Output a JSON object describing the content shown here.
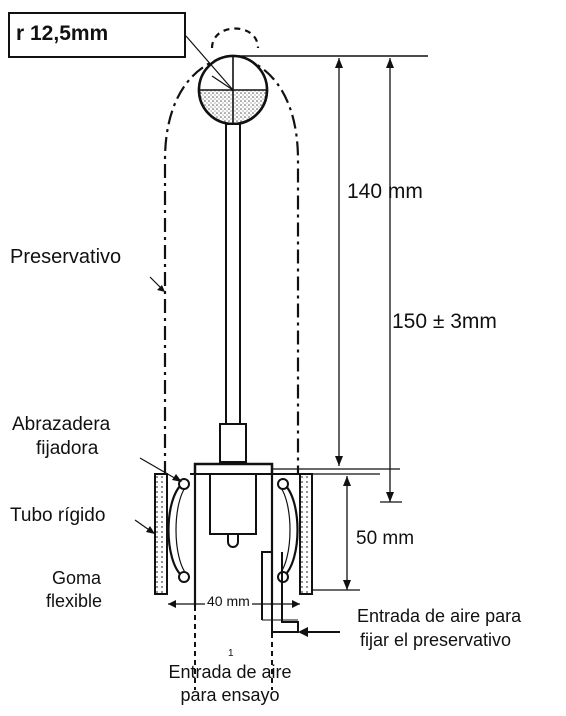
{
  "labels": {
    "radius": "r  12,5mm",
    "dim_140": "140 mm",
    "dim_150": "150 ± 3mm",
    "dim_50": "50 mm",
    "dim_40": "40 mm",
    "preservativo": "Preservativo",
    "abrazadera_line1": "Abrazadera",
    "abrazadera_line2": "fijadora",
    "tubo_rigido": "Tubo rígido",
    "goma_line1": "Goma",
    "goma_line2": "flexible",
    "entrada_fijar_line1": "Entrada de aire para",
    "entrada_fijar_line2": "fijar el preservativo",
    "entrada_ensayo_line1": "Entrada de aire",
    "entrada_ensayo_line2": "para ensayo",
    "marker_1": "1"
  }
}
